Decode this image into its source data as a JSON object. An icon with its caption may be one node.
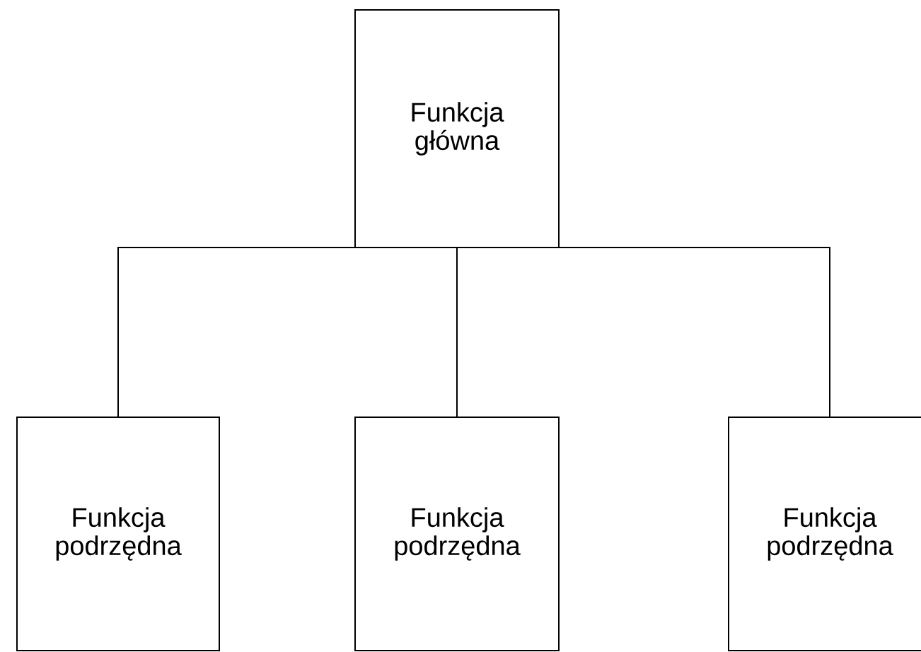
{
  "diagram": {
    "nodes": [
      {
        "text": [
          "Funkcja główna"
        ]
      },
      {
        "text": [
          "Funkcja podrzędna"
        ]
      },
      {
        "text": [
          "Funkcja podrzędna"
        ]
      },
      {
        "text": [
          "Funkcja podrzędna"
        ]
      }
    ],
    "edges": [
      {
        "from": 0,
        "to": 1,
        "arrow": "none"
      },
      {
        "from": 0,
        "to": 2,
        "arrow": "none"
      },
      {
        "from": 0,
        "to": 3,
        "arrow": "none"
      }
    ]
  }
}
